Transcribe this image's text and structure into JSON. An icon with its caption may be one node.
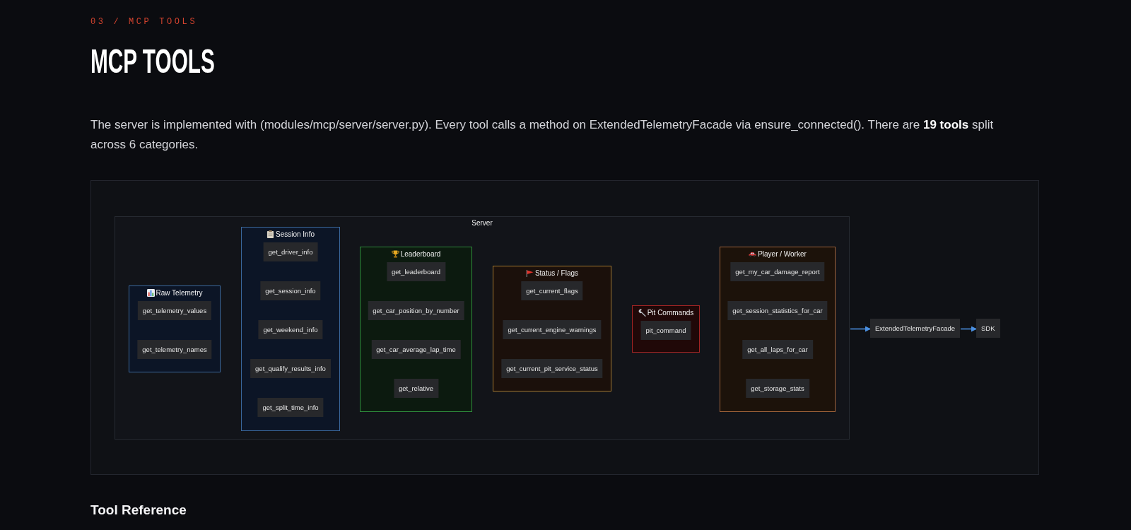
{
  "diagram": {
    "title": "MCP TOOLS",
    "nodes": [
      {
        "text": [
          "Server"
        ]
      },
      {
        "text": [
          "Raw Telemetry"
        ],
        "in": 0
      },
      {
        "text": [
          "get_telemetry_values"
        ],
        "in": 1
      },
      {
        "text": [
          "get_telemetry_names"
        ],
        "in": 1
      },
      {
        "text": [
          "Session Info"
        ],
        "in": 0
      },
      {
        "text": [
          "get_driver_info"
        ],
        "in": 4
      },
      {
        "text": [
          "get_session_info"
        ],
        "in": 4
      },
      {
        "text": [
          "get_weekend_info"
        ],
        "in": 4
      },
      {
        "text": [
          "get_qualify_results_info"
        ],
        "in": 4
      },
      {
        "text": [
          "get_split_time_info"
        ],
        "in": 4
      },
      {
        "text": [
          "Leaderboard"
        ],
        "in": 0
      },
      {
        "text": [
          "get_leaderboard"
        ],
        "in": 10
      },
      {
        "text": [
          "get_car_position_by_number"
        ],
        "in": 10
      },
      {
        "text": [
          "get_car_average_lap_time"
        ],
        "in": 10
      },
      {
        "text": [
          "get_relative"
        ],
        "in": 10
      },
      {
        "text": [
          "Status / Flags"
        ],
        "in": 0
      },
      {
        "text": [
          "get_current_flags"
        ],
        "in": 15
      },
      {
        "text": [
          "get_current_engine_warnings"
        ],
        "in": 15
      },
      {
        "text": [
          "get_current_pit_service_status"
        ],
        "in": 15
      },
      {
        "text": [
          "Pit Commands"
        ],
        "in": 0
      },
      {
        "text": [
          "pit_command"
        ],
        "in": 19
      },
      {
        "text": [
          "Player / Worker"
        ],
        "in": 0
      },
      {
        "text": [
          "get_my_car_damage_report"
        ],
        "in": 21
      },
      {
        "text": [
          "get_session_statistics_for_car"
        ],
        "in": 21
      },
      {
        "text": [
          "get_all_laps_for_car"
        ],
        "in": 21
      },
      {
        "text": [
          "get_storage_stats"
        ],
        "in": 21
      },
      {
        "text": [
          "ExtendedTelemetryFacade"
        ]
      },
      {
        "text": [
          "SDK"
        ]
      }
    ],
    "edges": [
      {
        "from": 0,
        "to": 26,
        "arrow": "to"
      },
      {
        "from": 26,
        "to": 27,
        "arrow": "to"
      }
    ],
    "labels": [
      "03 / MCP TOOLS",
      "The server is implemented with (modules/mcp/server/server.py). Every tool calls a method on ExtendedTelemetryFacade via ensure_connected(). There are **19 tools** split across 6 categories.",
      "Tool Reference"
    ]
  }
}
